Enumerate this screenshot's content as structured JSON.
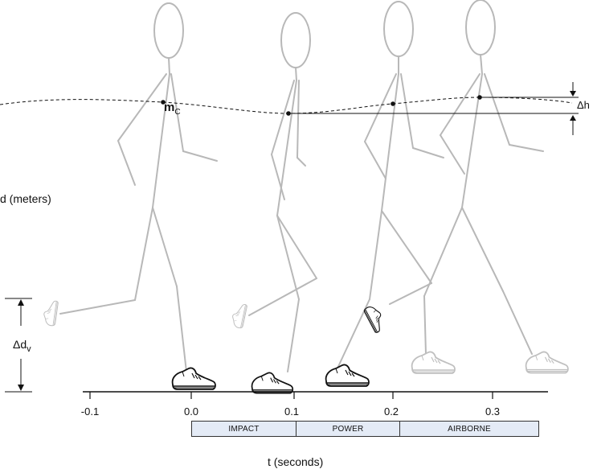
{
  "labels": {
    "distance_axis": "d (meters)",
    "time_axis": "t (seconds)",
    "com_label": "m",
    "com_sub": "C",
    "vertical_disp": "Δd",
    "vertical_disp_sub": "v",
    "height_change": "Δh"
  },
  "time_ticks": [
    "-0.1",
    "0.0",
    "0.1",
    "0.2",
    "0.3"
  ],
  "phases": [
    "IMPACT",
    "POWER",
    "AIRBORNE"
  ],
  "colors": {
    "figure_stroke": "#b8b8b8",
    "phase_fill": "#e4ebf6",
    "shoe_dark": "#111111",
    "shoe_light": "#c0c0c0"
  }
}
